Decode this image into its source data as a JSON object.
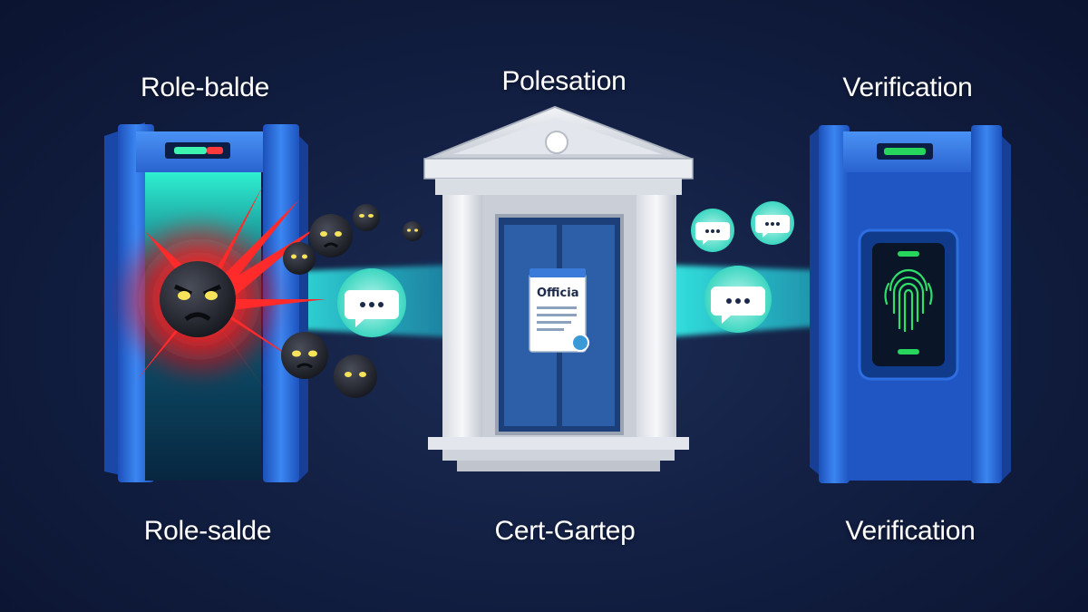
{
  "labels": {
    "top_left": "Role-balde",
    "top_middle": "Polesation",
    "top_right": "Verification",
    "bottom_left": "Role-salde",
    "bottom_middle": "Cert-Gartep",
    "bottom_right": "Verification"
  },
  "document": {
    "heading": "Officia"
  },
  "icons": {
    "left_gate": "metal-detector-gate-icon",
    "building": "government-building-icon",
    "document": "official-document-icon",
    "right_gate": "fingerprint-scanner-gate-icon",
    "threat": "angry-bot-icon",
    "message": "chat-bubble-icon"
  },
  "colors": {
    "background": "#132044",
    "gate_blue": "#2f74e6",
    "beam_cyan": "#35f0e8",
    "threat_red": "#ff2a2a",
    "scanner_green": "#27d65c"
  }
}
